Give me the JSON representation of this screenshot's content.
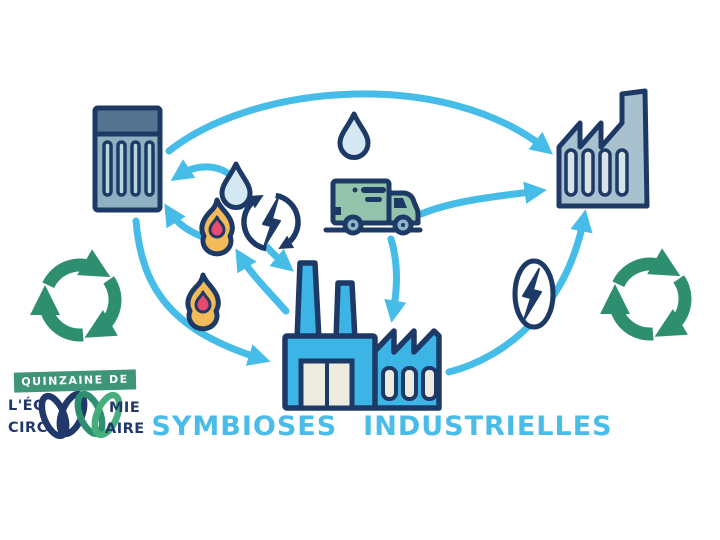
{
  "page": {
    "title": "Symbioses industrielles",
    "background": "#ffffff"
  },
  "caption": {
    "word1": "SYMBIOSES",
    "word2": "INDUSTRIELLES",
    "color": "#49bce9"
  },
  "logo": {
    "banner": "QUINZAINE DE",
    "row1_left": "L'ÉC",
    "row1_right": "MIE",
    "row2_left": "CIRC",
    "row2_right": "AIRE",
    "banner_color": "#3f9577",
    "text_color": "#21386b",
    "loop_colors": [
      "#21386b",
      "#21386b",
      "#2e8f70",
      "#46ad7c"
    ]
  },
  "icons": {
    "recycle-arrows-icon": "♻",
    "water-drop-icon": "💧",
    "flame-icon": "🔥",
    "lightning-icon": "⚡",
    "truck-icon": "🚚",
    "factory-icon": "🏭",
    "waste-facility-icon": "🗑"
  },
  "colors": {
    "arrow_blue": "#45bde8",
    "outline_navy": "#1d3a66",
    "factory_bright_blue": "#3cb4e5",
    "factory_gray_blue": "#a9c0cf",
    "building_body": "#8db1c0",
    "building_band": "#54748f",
    "truck_green": "#93c3ab",
    "recycle_green": "#2e8f70",
    "flame_orange": "#f2ba58",
    "flame_pink": "#e84a70",
    "water_drop_fill": "#d4e8f3",
    "door_cream": "#edebe0"
  }
}
